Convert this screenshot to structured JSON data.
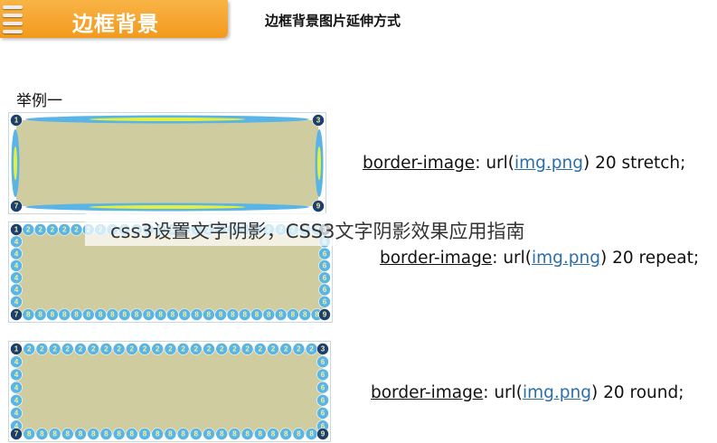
{
  "header": {
    "tab_title": "边框背景",
    "title": "边框背景图片延伸方式"
  },
  "example_label": "举例一",
  "examples": [
    {
      "mode": "stretch",
      "code": {
        "prop": "border-image",
        "mid": ": url(",
        "link": "img.png",
        "rest": ") 20 stretch;"
      },
      "corners": [
        "1",
        "3",
        "7",
        "9"
      ]
    },
    {
      "mode": "repeat",
      "code": {
        "prop": "border-image",
        "mid": ": url(",
        "link": "img.png",
        "rest": ") 20 repeat;"
      },
      "corners": [
        "1",
        "3",
        "7",
        "9"
      ],
      "edges": {
        "top": "2",
        "left": "4",
        "right": "6",
        "bottom": "8"
      }
    },
    {
      "mode": "round",
      "code": {
        "prop": "border-image",
        "mid": ": url(",
        "link": "img.png",
        "rest": ") 20 round;"
      },
      "corners": [
        "1",
        "3",
        "7",
        "9"
      ],
      "edges": {
        "top": "2",
        "left": "4",
        "right": "6",
        "bottom": "8"
      }
    }
  ],
  "caption": "css3设置文字阴影，CSS3文字阴影效果应用指南",
  "colors": {
    "accent": "#f29a1d",
    "fill": "#cfcd9f",
    "circle": "#5ab4e5",
    "corner": "#1c3f6e",
    "glow": "#e6ef3c",
    "link": "#2c6ea8"
  }
}
